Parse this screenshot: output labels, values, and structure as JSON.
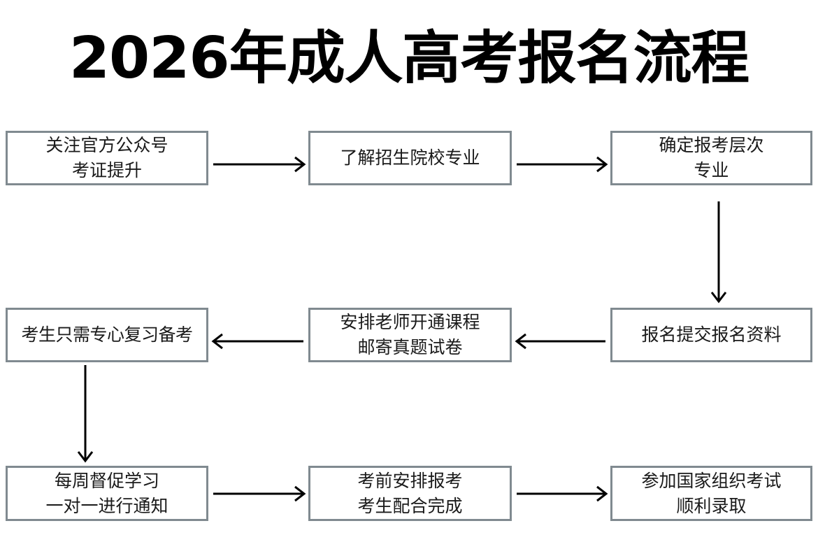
{
  "title": "2026年成人高考报名流程",
  "chart_data": {
    "type": "diagram",
    "diagram_kind": "flowchart",
    "title": "2026年成人高考报名流程",
    "layout": "3x3 grid, serpentine (boustrophedon) flow",
    "box_border_color": "#808a90",
    "text_color": "#1a1a1a",
    "arrow_color": "#000000",
    "background_color": "#ffffff",
    "nodes": [
      {
        "id": "n1",
        "row": 1,
        "col": 1,
        "lines": [
          "关注官方公众号",
          "考证提升"
        ]
      },
      {
        "id": "n2",
        "row": 1,
        "col": 2,
        "lines": [
          "了解招生院校专业"
        ]
      },
      {
        "id": "n3",
        "row": 1,
        "col": 3,
        "lines": [
          "确定报考层次",
          "专业"
        ]
      },
      {
        "id": "n4",
        "row": 2,
        "col": 3,
        "lines": [
          "报名提交报名资料"
        ]
      },
      {
        "id": "n5",
        "row": 2,
        "col": 2,
        "lines": [
          "安排老师开通课程",
          "邮寄真题试卷"
        ]
      },
      {
        "id": "n6",
        "row": 2,
        "col": 1,
        "lines": [
          "考生只需专心复习备考"
        ]
      },
      {
        "id": "n7",
        "row": 3,
        "col": 1,
        "lines": [
          "每周督促学习",
          "一对一进行通知"
        ]
      },
      {
        "id": "n8",
        "row": 3,
        "col": 2,
        "lines": [
          "考前安排报考",
          "考生配合完成"
        ]
      },
      {
        "id": "n9",
        "row": 3,
        "col": 3,
        "lines": [
          "参加国家组织考试",
          "顺利录取"
        ]
      }
    ],
    "edges": [
      {
        "from": "n1",
        "to": "n2",
        "direction": "right"
      },
      {
        "from": "n2",
        "to": "n3",
        "direction": "right"
      },
      {
        "from": "n3",
        "to": "n4",
        "direction": "down"
      },
      {
        "from": "n4",
        "to": "n5",
        "direction": "left"
      },
      {
        "from": "n5",
        "to": "n6",
        "direction": "left"
      },
      {
        "from": "n6",
        "to": "n7",
        "direction": "down"
      },
      {
        "from": "n7",
        "to": "n8",
        "direction": "right"
      },
      {
        "from": "n8",
        "to": "n9",
        "direction": "right"
      }
    ]
  },
  "boxes": {
    "b1": {
      "l1": "关注官方公众号",
      "l2": "考证提升"
    },
    "b2": {
      "l1": "了解招生院校专业"
    },
    "b3": {
      "l1": "确定报考层次",
      "l2": "专业"
    },
    "b4": {
      "l1": "考生只需专心复习备考"
    },
    "b5": {
      "l1": "安排老师开通课程",
      "l2": "邮寄真题试卷"
    },
    "b6": {
      "l1": "报名提交报名资料"
    },
    "b7": {
      "l1": "每周督促学习",
      "l2": "一对一进行通知"
    },
    "b8": {
      "l1": "考前安排报考",
      "l2": "考生配合完成"
    },
    "b9": {
      "l1": "参加国家组织考试",
      "l2": "顺利录取"
    }
  }
}
